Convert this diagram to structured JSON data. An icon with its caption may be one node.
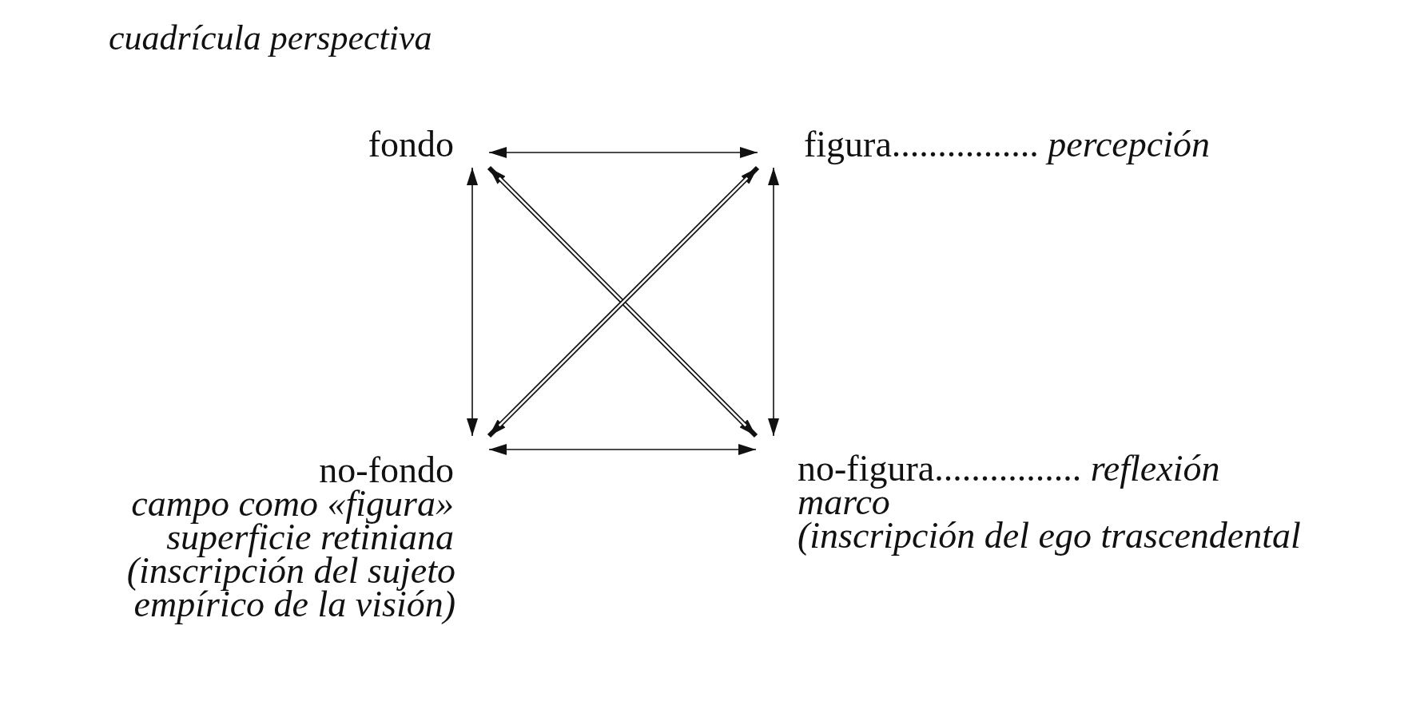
{
  "diagram": {
    "title": "cuadrícula perspectiva",
    "nodes": [
      {
        "text": [
          "fondo"
        ]
      },
      {
        "text": [
          "figura................ *percepción*"
        ]
      },
      {
        "text": [
          "no-fondo",
          "campo como «figura»",
          "superficie retiniana",
          "(inscripción del sujeto empírico de la visión)"
        ]
      },
      {
        "text": [
          "no-figura................ *reflexión*",
          "marco",
          "(inscripción del ego trascendental"
        ]
      }
    ],
    "edges": [
      {
        "from": 0,
        "to": 1,
        "arrow": "both"
      },
      {
        "from": 0,
        "to": 2,
        "arrow": "both"
      },
      {
        "from": 0,
        "to": 3,
        "arrow": "both",
        "style": "thick"
      },
      {
        "from": 1,
        "to": 2,
        "arrow": "both",
        "style": "thick"
      },
      {
        "from": 1,
        "to": 3,
        "arrow": "both"
      },
      {
        "from": 2,
        "to": 3,
        "arrow": "both"
      }
    ]
  }
}
